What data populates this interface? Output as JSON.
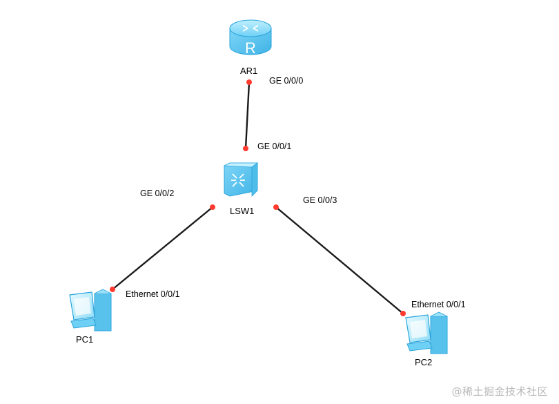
{
  "devices": {
    "router": {
      "name": "AR1",
      "icon": "router-icon",
      "glyph": "R"
    },
    "switch": {
      "name": "LSW1",
      "icon": "switch-icon"
    },
    "pc1": {
      "name": "PC1",
      "icon": "pc-icon"
    },
    "pc2": {
      "name": "PC2",
      "icon": "pc-icon"
    }
  },
  "links": [
    {
      "from": "AR1",
      "from_port": "GE 0/0/0",
      "to": "LSW1",
      "to_port": "GE 0/0/1"
    },
    {
      "from": "LSW1",
      "from_port": "GE 0/0/2",
      "to": "PC1",
      "to_port": "Ethernet 0/0/1"
    },
    {
      "from": "LSW1",
      "from_port": "GE 0/0/3",
      "to": "PC2",
      "to_port": "Ethernet 0/0/1"
    }
  ],
  "colors": {
    "port_dot": "#ff3b2f",
    "device_blue": "#5fc8f0",
    "link": "#1a1a1a"
  },
  "watermark": "@稀土掘金技术社区"
}
